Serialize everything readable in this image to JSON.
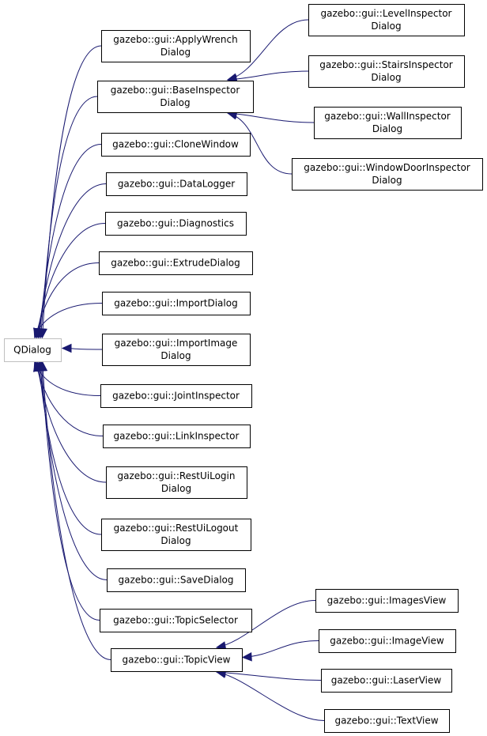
{
  "diagram": {
    "type": "inheritance-graph",
    "colors": {
      "edge": "#191970",
      "root_border": "#bfbfbf",
      "node_border": "#000000",
      "background": "#ffffff"
    },
    "nodes": [
      {
        "id": "qdialog",
        "lines": [
          "QDialog"
        ],
        "root": true
      },
      {
        "id": "applywrench",
        "lines": [
          "gazebo::gui::ApplyWrench",
          "Dialog"
        ]
      },
      {
        "id": "baseinspector",
        "lines": [
          "gazebo::gui::BaseInspector",
          "Dialog"
        ]
      },
      {
        "id": "clonewindow",
        "lines": [
          "gazebo::gui::CloneWindow"
        ]
      },
      {
        "id": "datalogger",
        "lines": [
          "gazebo::gui::DataLogger"
        ]
      },
      {
        "id": "diagnostics",
        "lines": [
          "gazebo::gui::Diagnostics"
        ]
      },
      {
        "id": "extrudedialog",
        "lines": [
          "gazebo::gui::ExtrudeDialog"
        ]
      },
      {
        "id": "importdialog",
        "lines": [
          "gazebo::gui::ImportDialog"
        ]
      },
      {
        "id": "importimage",
        "lines": [
          "gazebo::gui::ImportImage",
          "Dialog"
        ]
      },
      {
        "id": "jointinspector",
        "lines": [
          "gazebo::gui::JointInspector"
        ]
      },
      {
        "id": "linkinspector",
        "lines": [
          "gazebo::gui::LinkInspector"
        ]
      },
      {
        "id": "restuilogin",
        "lines": [
          "gazebo::gui::RestUiLogin",
          "Dialog"
        ]
      },
      {
        "id": "restuilogout",
        "lines": [
          "gazebo::gui::RestUiLogout",
          "Dialog"
        ]
      },
      {
        "id": "savedialog",
        "lines": [
          "gazebo::gui::SaveDialog"
        ]
      },
      {
        "id": "topicselector",
        "lines": [
          "gazebo::gui::TopicSelector"
        ]
      },
      {
        "id": "topicview",
        "lines": [
          "gazebo::gui::TopicView"
        ]
      },
      {
        "id": "levelinspector",
        "lines": [
          "gazebo::gui::LevelInspector",
          "Dialog"
        ]
      },
      {
        "id": "stairsinspector",
        "lines": [
          "gazebo::gui::StairsInspector",
          "Dialog"
        ]
      },
      {
        "id": "wallinspector",
        "lines": [
          "gazebo::gui::WallInspector",
          "Dialog"
        ]
      },
      {
        "id": "windowdoorinspector",
        "lines": [
          "gazebo::gui::WindowDoorInspector",
          "Dialog"
        ]
      },
      {
        "id": "imagesview",
        "lines": [
          "gazebo::gui::ImagesView"
        ]
      },
      {
        "id": "imageview",
        "lines": [
          "gazebo::gui::ImageView"
        ]
      },
      {
        "id": "laserview",
        "lines": [
          "gazebo::gui::LaserView"
        ]
      },
      {
        "id": "textview",
        "lines": [
          "gazebo::gui::TextView"
        ]
      }
    ],
    "edges": [
      {
        "from": "applywrench",
        "to": "qdialog"
      },
      {
        "from": "baseinspector",
        "to": "qdialog"
      },
      {
        "from": "clonewindow",
        "to": "qdialog"
      },
      {
        "from": "datalogger",
        "to": "qdialog"
      },
      {
        "from": "diagnostics",
        "to": "qdialog"
      },
      {
        "from": "extrudedialog",
        "to": "qdialog"
      },
      {
        "from": "importdialog",
        "to": "qdialog"
      },
      {
        "from": "importimage",
        "to": "qdialog"
      },
      {
        "from": "jointinspector",
        "to": "qdialog"
      },
      {
        "from": "linkinspector",
        "to": "qdialog"
      },
      {
        "from": "restuilogin",
        "to": "qdialog"
      },
      {
        "from": "restuilogout",
        "to": "qdialog"
      },
      {
        "from": "savedialog",
        "to": "qdialog"
      },
      {
        "from": "topicselector",
        "to": "qdialog"
      },
      {
        "from": "topicview",
        "to": "qdialog"
      },
      {
        "from": "levelinspector",
        "to": "baseinspector"
      },
      {
        "from": "stairsinspector",
        "to": "baseinspector"
      },
      {
        "from": "wallinspector",
        "to": "baseinspector"
      },
      {
        "from": "windowdoorinspector",
        "to": "baseinspector"
      },
      {
        "from": "imagesview",
        "to": "topicview"
      },
      {
        "from": "imageview",
        "to": "topicview"
      },
      {
        "from": "laserview",
        "to": "topicview"
      },
      {
        "from": "textview",
        "to": "topicview"
      }
    ]
  }
}
